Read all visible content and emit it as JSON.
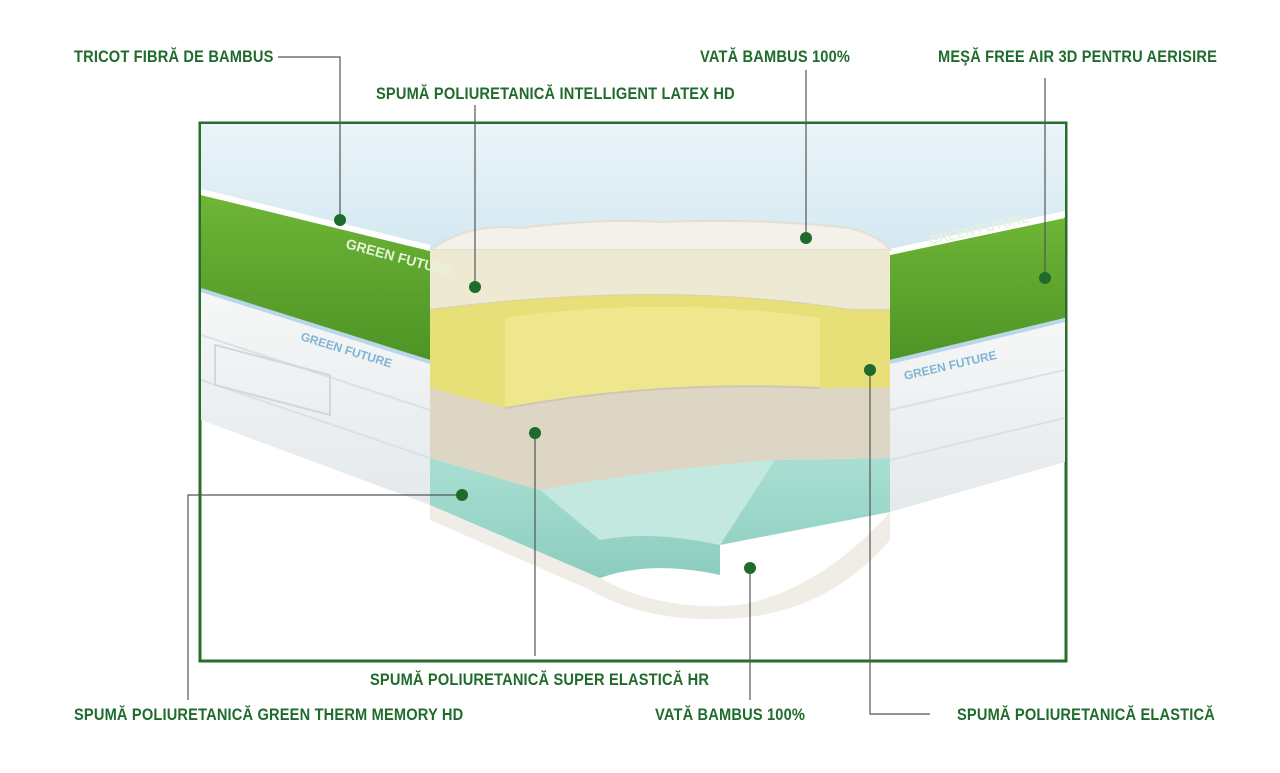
{
  "labels": {
    "tricot": "TRICOT FIBRĂ DE BAMBUS",
    "vata_top": "VATĂ BAMBUS 100%",
    "mesa": "MEŞĂ FREE AIR 3D PENTRU AERISIRE",
    "latex": "SPUMĂ POLIURETANICĂ INTELLIGENT LATEX HD",
    "super_elastica": "SPUMĂ POLIURETANICĂ SUPER ELASTICĂ HR",
    "memory": "SPUMĂ POLIURETANICĂ GREEN THERM MEMORY HD",
    "vata_bottom": "VATĂ BAMBUS 100%",
    "elastica": "SPUMĂ POLIURETANICĂ ELASTICĂ"
  },
  "brand_print": "GREEN FUTURE",
  "colors": {
    "label_green": "#1f6b2b",
    "frame": "#2a6e2e",
    "leader": "#555555",
    "mesh_green": "#5aa52a",
    "cover_blue": "#dfeef6",
    "latex_cream": "#ece6cc",
    "elastic_yellow": "#e8e07a",
    "hr_beige": "#ddd6c4",
    "memory_teal": "#9ed8cc"
  }
}
